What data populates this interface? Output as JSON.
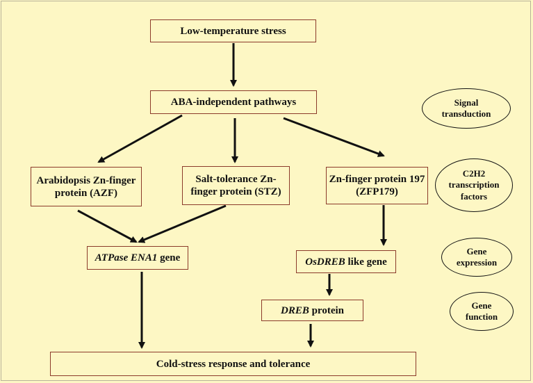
{
  "boxes": {
    "low_temp": "Low-temperature stress",
    "aba": "ABA-independent pathways",
    "azf": "Arabidopsis Zn-finger protein (AZF)",
    "stz": "Salt-tolerance Zn-finger protein (STZ)",
    "zfp": "Zn-finger protein 197 (ZFP179)",
    "atpase_italic": "ATPase ENA1",
    "atpase_rest": " gene",
    "osdreb_italic": "OsDREB",
    "osdreb_rest": " like gene",
    "dreb_italic": "DREB",
    "dreb_rest": " protein",
    "cold": "Cold-stress response and tolerance"
  },
  "ellipses": {
    "signal": "Signal transduction",
    "c2h2": "C2H2 transcription factors",
    "gene_expression": "Gene expression",
    "gene_function": "Gene function"
  },
  "colors": {
    "background": "#fdf7c4",
    "box_border": "#8b3a2a",
    "arrow": "#111111"
  }
}
